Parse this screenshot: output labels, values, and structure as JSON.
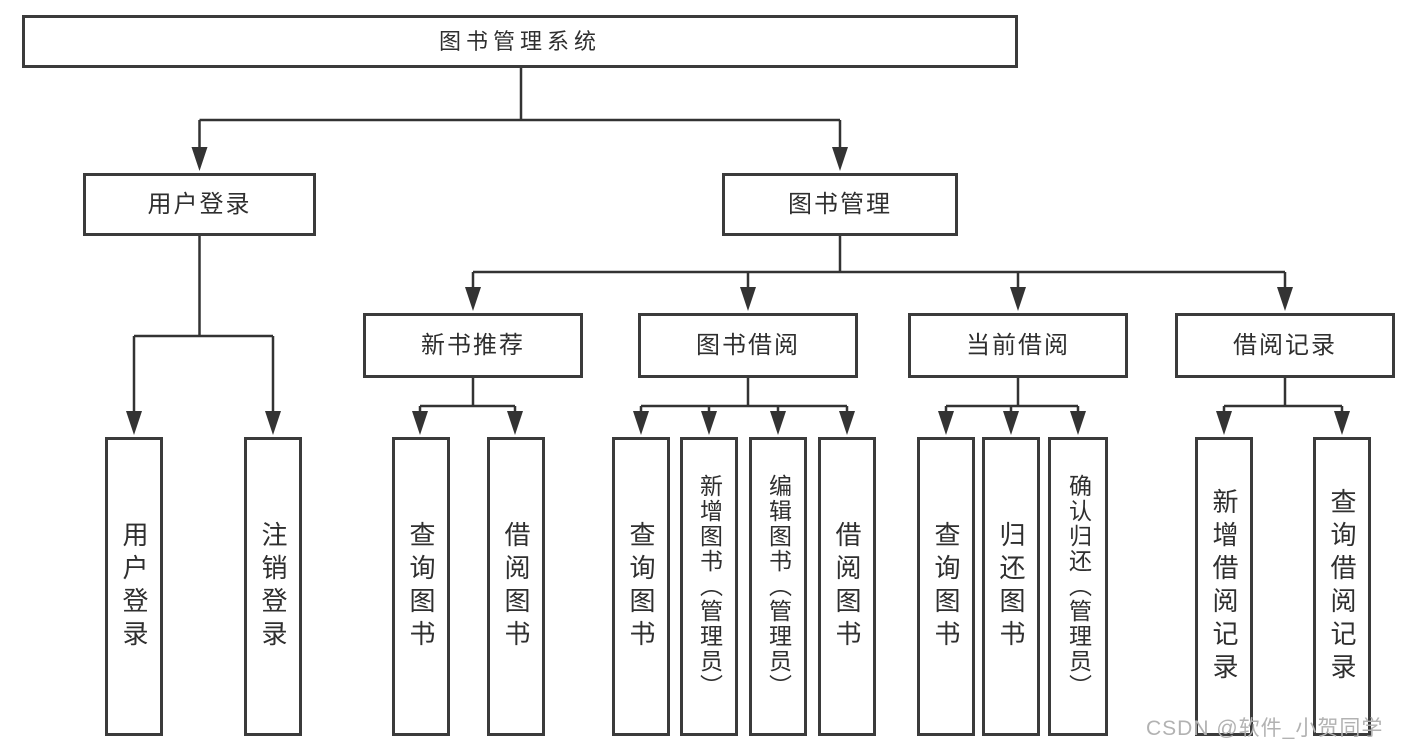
{
  "tree": {
    "root": {
      "label": "图书管理系统"
    },
    "branches": [
      {
        "label": "用户登录",
        "children": [
          {
            "label": "用户登录"
          },
          {
            "label": "注销登录"
          }
        ]
      },
      {
        "label": "图书管理",
        "children": [
          {
            "label": "新书推荐",
            "children": [
              {
                "label": "查询图书"
              },
              {
                "label": "借阅图书"
              }
            ]
          },
          {
            "label": "图书借阅",
            "children": [
              {
                "label": "查询图书"
              },
              {
                "label": "新增图书（管理员）"
              },
              {
                "label": "编辑图书（管理员）"
              },
              {
                "label": "借阅图书"
              }
            ]
          },
          {
            "label": "当前借阅",
            "children": [
              {
                "label": "查询图书"
              },
              {
                "label": "归还图书"
              },
              {
                "label": "确认归还（管理员）"
              }
            ]
          },
          {
            "label": "借阅记录",
            "children": [
              {
                "label": "新增借阅记录"
              },
              {
                "label": "查询借阅记录"
              }
            ]
          }
        ]
      }
    ]
  },
  "watermark": {
    "text": "CSDN @软件_小贺同学"
  },
  "colors": {
    "line": "#333333",
    "box_border": "#3b3b3b",
    "text": "#2f2f2f",
    "watermark": "#b2b2b2",
    "background": "#ffffff"
  }
}
